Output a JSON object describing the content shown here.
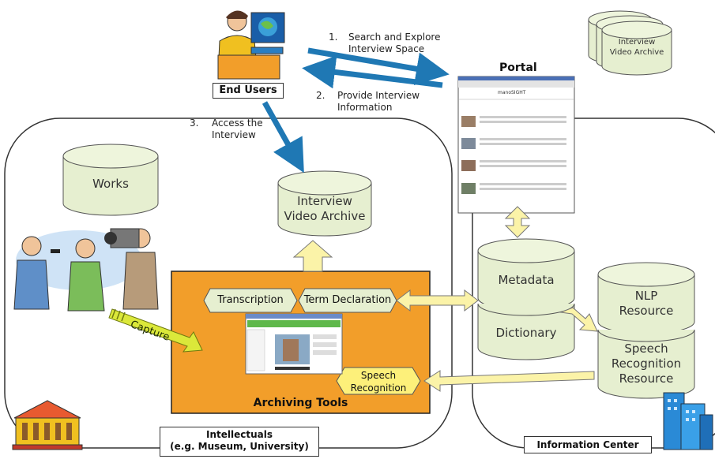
{
  "end_users": {
    "label": "End Users"
  },
  "steps": {
    "s1_num": "1.",
    "s1_line1": "Search and Explore",
    "s1_line2": "Interview Space",
    "s2_num": "2.",
    "s2_line1": "Provide Interview",
    "s2_line2": "Information",
    "s3_num": "3.",
    "s3_line1": "Access the",
    "s3_line2": "Interview"
  },
  "portal": {
    "title": "Portal",
    "site_name": "manoSIGHT"
  },
  "archive_stack": {
    "line1": "Interview",
    "line2": "Video Archive"
  },
  "works": {
    "label": "Works"
  },
  "interview_archive": {
    "line1": "Interview",
    "line2": "Video Archive"
  },
  "tools": {
    "title": "Archiving Tools",
    "transcription": "Transcription",
    "term_declaration": "Term Declaration",
    "speech_line1": "Speech",
    "speech_line2": "Recognition"
  },
  "capture": {
    "label": "Capture"
  },
  "metadata": {
    "label": "Metadata"
  },
  "dictionary": {
    "label": "Dictionary"
  },
  "nlp": {
    "line1": "NLP",
    "line2": "Resource"
  },
  "speech_resource": {
    "line1": "Speech",
    "line2": "Recognition",
    "line3": "Resource"
  },
  "intellectuals": {
    "line1": "Intellectuals",
    "line2": "(e.g. Museum, University)"
  },
  "info_center": {
    "label": "Information Center"
  },
  "colors": {
    "cylinder_fill": "#e6efd0",
    "arrow_fill": "#fbf3a8",
    "tools_fill": "#f29e2a",
    "blue_arrow": "#1f78b4"
  }
}
